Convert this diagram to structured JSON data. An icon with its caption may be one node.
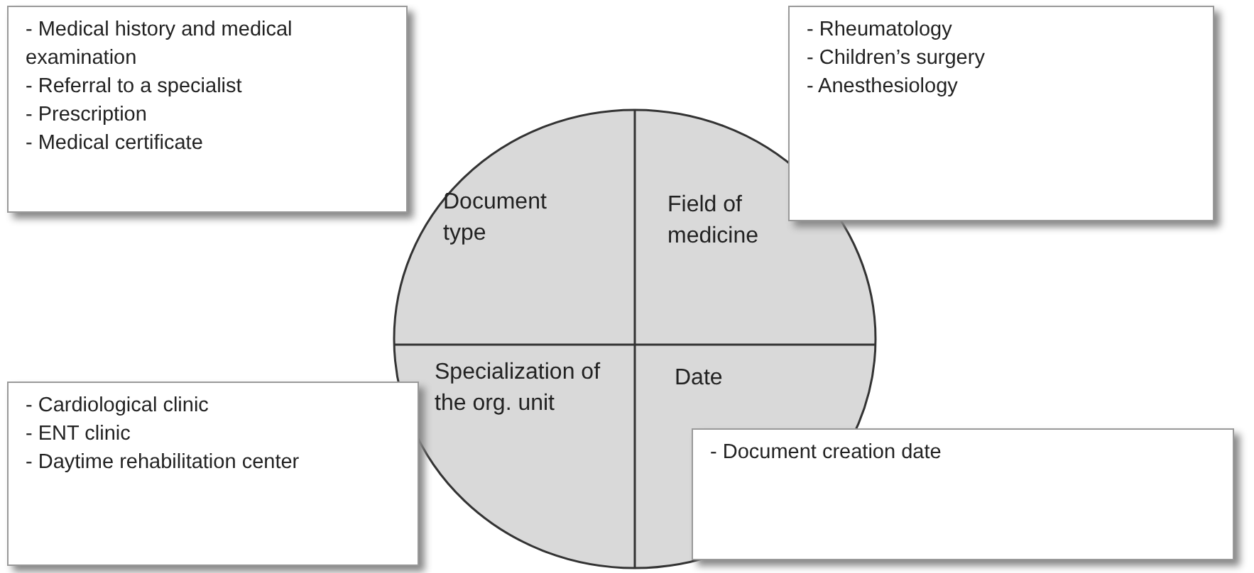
{
  "diagram": {
    "nodes": [
      {
        "text": [
          "- Medical history and medical examination",
          "- Referral to a specialist",
          "- Prescription",
          "- Medical certificate"
        ]
      },
      {
        "text": [
          "- Rheumatology",
          "- Children’s surgery",
          "- Anesthesiology"
        ]
      },
      {
        "text": [],
        "shape": "circle"
      },
      {
        "text": [
          "Document type"
        ],
        "in": 2
      },
      {
        "text": [
          "Field of medicine"
        ],
        "in": 2
      },
      {
        "text": [
          "Specialization of the org. unit"
        ],
        "in": 2
      },
      {
        "text": [
          "Date"
        ],
        "in": 2
      },
      {
        "text": [
          "- Cardiological clinic",
          "- ENT clinic",
          "- Daytime rehabilitation center"
        ]
      },
      {
        "text": [
          "- Document creation date"
        ]
      }
    ]
  }
}
